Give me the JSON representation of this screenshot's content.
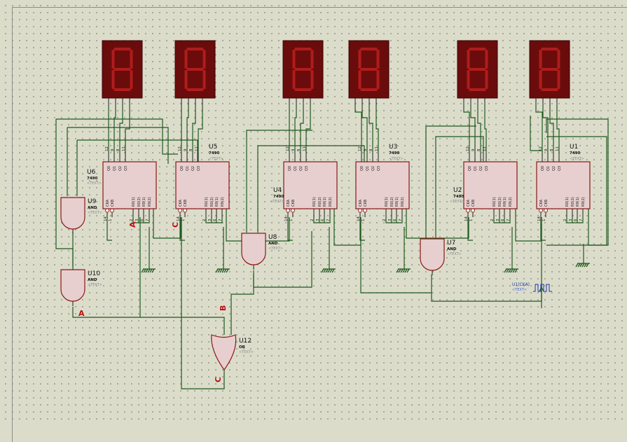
{
  "counters": [
    {
      "ref": "U6",
      "value": "7490",
      "text": "<TEXT>"
    },
    {
      "ref": "U5",
      "value": "7490",
      "text": "<TEXT>"
    },
    {
      "ref": "U4",
      "value": "7490",
      "text": "<TEXT>"
    },
    {
      "ref": "U3",
      "value": "7490",
      "text": "<TEXT>"
    },
    {
      "ref": "U2",
      "value": "7490",
      "text": "<TEXT>"
    },
    {
      "ref": "U1",
      "value": "7490",
      "text": "<TEXT>"
    }
  ],
  "counter_pins": {
    "top_labels": [
      "Q0",
      "Q1",
      "Q2",
      "Q3"
    ],
    "top_numbers": [
      "12",
      "9",
      "8",
      "11"
    ],
    "bottom_labels": [
      "CKA",
      "CKB",
      "R0(1)",
      "R0(2)",
      "R9(1)",
      "R9(2)"
    ],
    "bottom_numbers": [
      "14",
      "1",
      "2",
      "3",
      "6",
      "7"
    ]
  },
  "gates": [
    {
      "ref": "U9",
      "value": "AND",
      "text": "<TEXT>"
    },
    {
      "ref": "U10",
      "value": "AND",
      "text": "<TEXT>"
    },
    {
      "ref": "U8",
      "value": "AND",
      "text": "<TEXT>"
    },
    {
      "ref": "U7",
      "value": "AND",
      "text": "<TEXT>"
    },
    {
      "ref": "U12",
      "value": "OR",
      "text": "<TEXT>"
    }
  ],
  "net_labels": {
    "a": "A",
    "b": "B",
    "c": "C"
  },
  "clock": {
    "ref": "U1(CKA)",
    "text": "<TEXT>"
  },
  "displays_count": 6
}
